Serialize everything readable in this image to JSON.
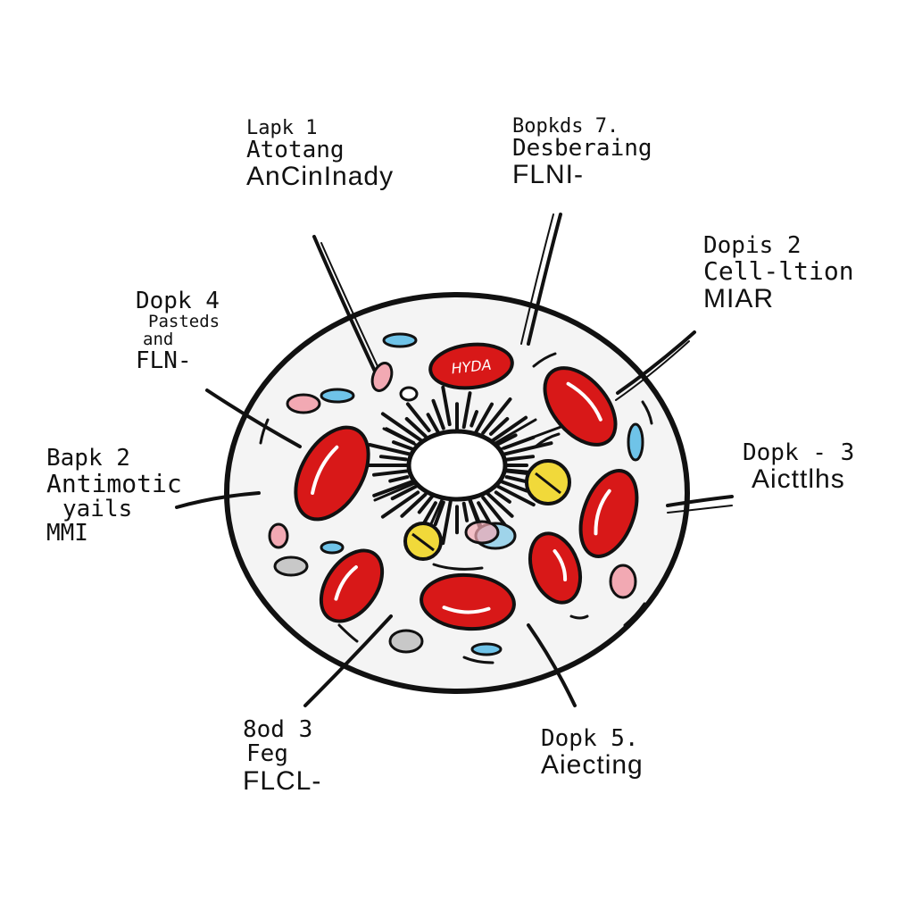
{
  "colors": {
    "outline": "#111111",
    "cytoplasm": "#f4f4f4",
    "organelle_red": "#d81818",
    "organelle_yellow": "#f1d93a",
    "vesicle_blue": "#6fc3e8",
    "vesicle_pink": "#f2a9b3",
    "vesicle_grey": "#c8c8c8"
  },
  "center_label": "HYDA",
  "labels": {
    "top_left": {
      "line1": "Lapk 1",
      "line2": "Atotang",
      "line3": "AnCinInady"
    },
    "top_right": {
      "line1": "Bopkds 7.",
      "line2": "Desberaing",
      "line3": "FLNI-"
    },
    "right_upper": {
      "line1": "Dopis 2",
      "line2": "Cell-ltion",
      "line3": "MIAR"
    },
    "left_upper": {
      "line1": "Dopk 4",
      "line2": "Pasteds",
      "line3": "and",
      "line4": "FLN-"
    },
    "left_middle": {
      "line1": "Bapk 2",
      "line2": "Antimotic",
      "line3": "yails",
      "line4": "MMI"
    },
    "right_middle": {
      "line1": "Dopk - 3",
      "line2": "Aicttlhs"
    },
    "bottom_left": {
      "line1": "8od 3",
      "line2": "Feg",
      "line3": "FLCL-"
    },
    "bottom_right": {
      "line1": "Dopk 5.",
      "line2": "Aiecting"
    }
  }
}
